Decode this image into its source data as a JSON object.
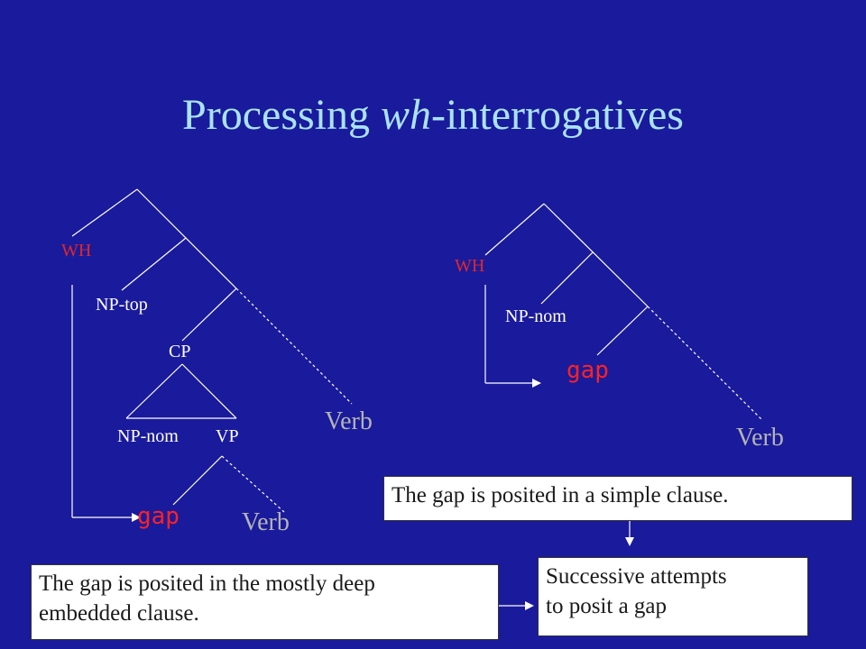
{
  "title": {
    "prefix": "Processing ",
    "italic": "wh",
    "suffix": "-interrogatives"
  },
  "left_tree": {
    "wh": "WH",
    "np_top": "NP-top",
    "cp": "CP",
    "np_nom": "NP-nom",
    "vp": "VP",
    "gap": "gap",
    "verb_upper": "Verb",
    "verb_lower": "Verb"
  },
  "right_tree": {
    "wh": "WH",
    "np_nom": "NP-nom",
    "gap": "gap",
    "verb": "Verb"
  },
  "boxes": {
    "simple_clause": "The gap is posited in a simple clause.",
    "deep_clause_line1": "The gap is posited in the mostly deep",
    "deep_clause_line2": "embedded clause.",
    "successive_line1": "Successive attempts",
    "successive_line2": "to posit a gap"
  },
  "colors": {
    "background": "#1a1a9c",
    "title": "#a9e3f5",
    "wh": "#e02828",
    "gap": "#ff2222",
    "verb": "#b4b4b4",
    "lines": "#ffffff"
  }
}
